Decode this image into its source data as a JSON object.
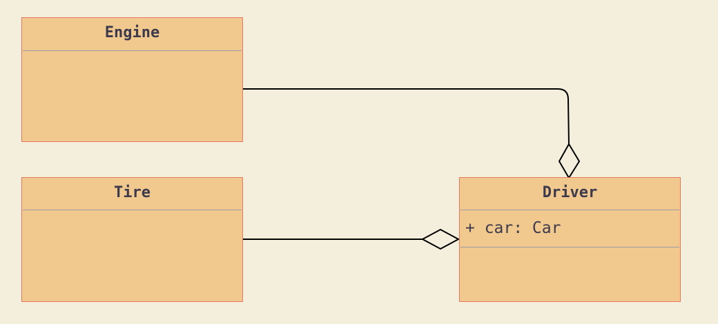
{
  "diagram": {
    "type": "uml-class-diagram",
    "colors": {
      "background": "#f3efdc",
      "class_fill": "#f1c98e",
      "class_border": "#e8765e",
      "divider": "#9b9aa6",
      "text": "#3d3a4e",
      "edge": "#000000"
    },
    "classes": {
      "engine": {
        "name": "Engine",
        "attributes": []
      },
      "tire": {
        "name": "Tire",
        "attributes": []
      },
      "driver": {
        "name": "Driver",
        "attributes": [
          "+ car: Car"
        ]
      }
    },
    "relationships": [
      {
        "from": "Engine",
        "to": "Driver",
        "kind": "aggregation",
        "diamond_end": "Driver"
      },
      {
        "from": "Tire",
        "to": "Driver",
        "kind": "aggregation",
        "diamond_end": "Driver"
      }
    ]
  }
}
